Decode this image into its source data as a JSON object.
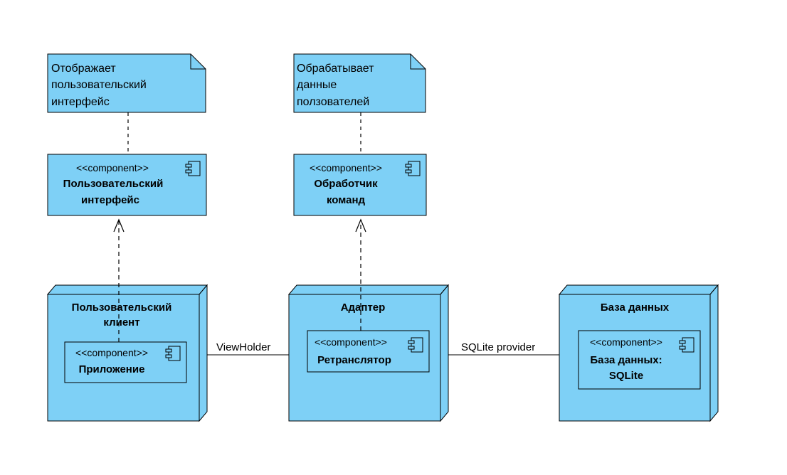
{
  "colors": {
    "fill": "#7ED0F6",
    "stroke": "#000000",
    "background": "#ffffff"
  },
  "notes": {
    "ui_note": [
      "Отображает",
      "пользовательский",
      "интерфейс"
    ],
    "handler_note": [
      "Обрабатывает",
      "данные",
      "ползователей"
    ]
  },
  "components": {
    "ui": {
      "stereotype": "<<component>>",
      "name": [
        "Пользовательский",
        "интерфейс"
      ]
    },
    "handler": {
      "stereotype": "<<component>>",
      "name": [
        "Обработчик",
        "команд"
      ]
    }
  },
  "nodes": {
    "client": {
      "title": [
        "Пользовательский",
        "клиент"
      ],
      "component": {
        "stereotype": "<<component>>",
        "name": "Приложение"
      }
    },
    "adapter": {
      "title": "Адаптер",
      "component": {
        "stereotype": "<<component>>",
        "name": "Ретранслятор"
      }
    },
    "database": {
      "title": "База данных",
      "component": {
        "stereotype": "<<component>>",
        "name": [
          "База данных:",
          "SQLite"
        ]
      }
    }
  },
  "connectors": {
    "client_adapter": "ViewHolder",
    "adapter_database": "SQLite provider"
  }
}
